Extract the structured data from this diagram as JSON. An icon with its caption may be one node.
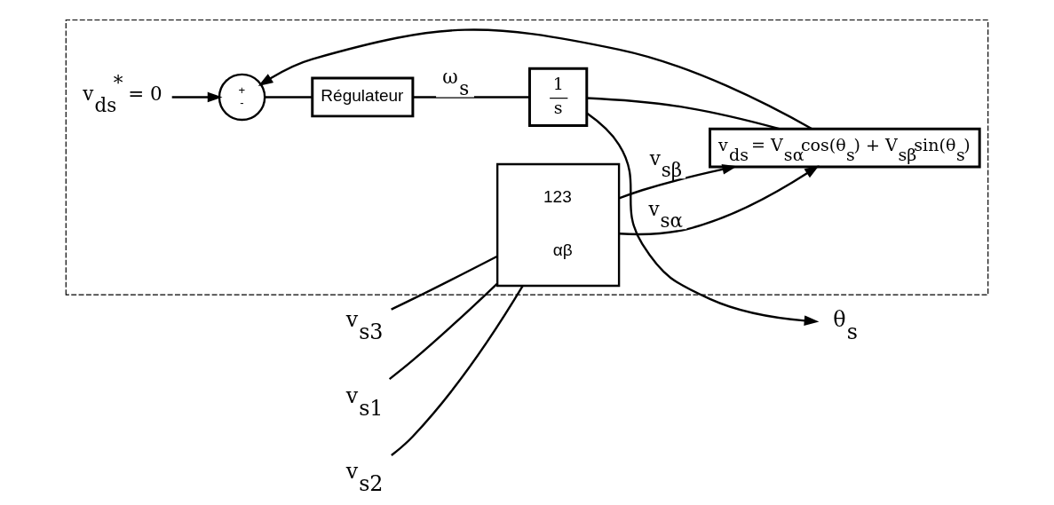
{
  "diagram": {
    "nodes": [
      {
        "text": [],
        "shape": "box"
      },
      {
        "text": [
          "v$_{ds}$$^{*}$ = 0"
        ],
        "in": 0
      },
      {
        "text": [
          "+",
          "-"
        ],
        "in": 0
      },
      {
        "text": [
          "Régulateur"
        ],
        "in": 0
      },
      {
        "text": [
          "1",
          "s"
        ],
        "in": 0
      },
      {
        "text": [
          "θ$_{s}$"
        ]
      },
      {
        "text": [
          "v$_{ds}$ = V$_{sα}$cos(θ$_{s}$) + V$_{sβ}$sin(θ$_{s}$)"
        ],
        "in": 0
      },
      {
        "text": [
          "123",
          "αβ"
        ],
        "in": 0
      },
      {
        "text": [
          "v$_{s1}$"
        ]
      },
      {
        "text": [
          "v$_{s2}$"
        ]
      },
      {
        "text": [
          "v$_{s3}$"
        ]
      }
    ],
    "edges": [
      {
        "from": 1,
        "to": 2,
        "arrow": "to"
      },
      {
        "from": 2,
        "to": 3,
        "arrow": "none"
      },
      {
        "from": 3,
        "to": 4,
        "arrow": "none",
        "label": "ω$_{s}$"
      },
      {
        "from": 4,
        "to": 5,
        "arrow": "to"
      },
      {
        "from": 4,
        "to": 6,
        "arrow": "none"
      },
      {
        "from": 6,
        "to": 2,
        "arrow": "to"
      },
      {
        "from": 7,
        "to": 6,
        "arrow": "to",
        "label": "v$_{sα}$"
      },
      {
        "from": 7,
        "to": 6,
        "arrow": "to",
        "label": "v$_{sβ}$"
      },
      {
        "from": 8,
        "to": 7,
        "arrow": "none"
      },
      {
        "from": 9,
        "to": 7,
        "arrow": "none"
      },
      {
        "from": 10,
        "to": 7,
        "arrow": "none"
      }
    ]
  }
}
